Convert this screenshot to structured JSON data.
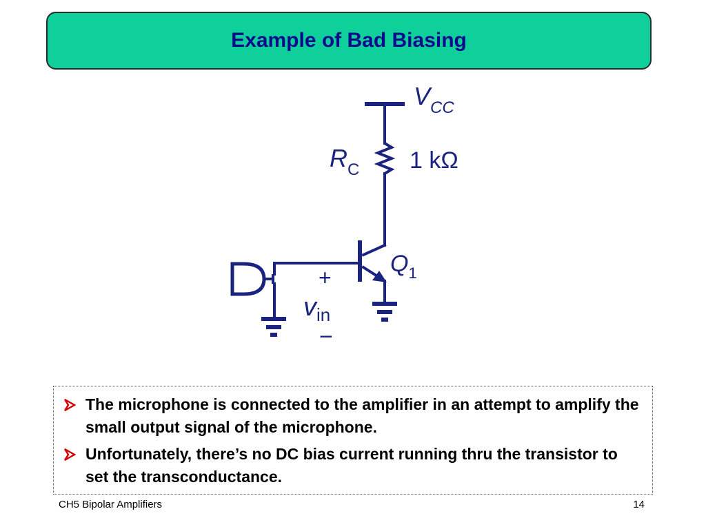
{
  "colors": {
    "title_bg": "#0fcf9a",
    "title_text": "#0a0a8c",
    "circuit": "#1a237e",
    "bullet_arrow": "#d40000"
  },
  "title": "Example of Bad Biasing",
  "circuit": {
    "vcc_label": {
      "main": "V",
      "sub": "CC"
    },
    "rc_label": {
      "main": "R",
      "sub": "C"
    },
    "rc_value": "1 kΩ",
    "q1_label": {
      "main": "Q",
      "sub": "1"
    },
    "vin_label": {
      "main": "v",
      "sub": "in"
    },
    "plus": "+",
    "minus": "−",
    "icons": [
      "microphone-icon",
      "ground-icon",
      "npn-transistor-icon",
      "resistor-icon"
    ]
  },
  "bullets": [
    {
      "text": "The microphone is connected to the amplifier in an attempt to amplify the small output signal of the microphone."
    },
    {
      "text": "Unfortunately, there’s no DC bias current running thru the transistor to set the transconductance."
    }
  ],
  "footer": {
    "left": "CH5 Bipolar Amplifiers",
    "right": "14"
  }
}
